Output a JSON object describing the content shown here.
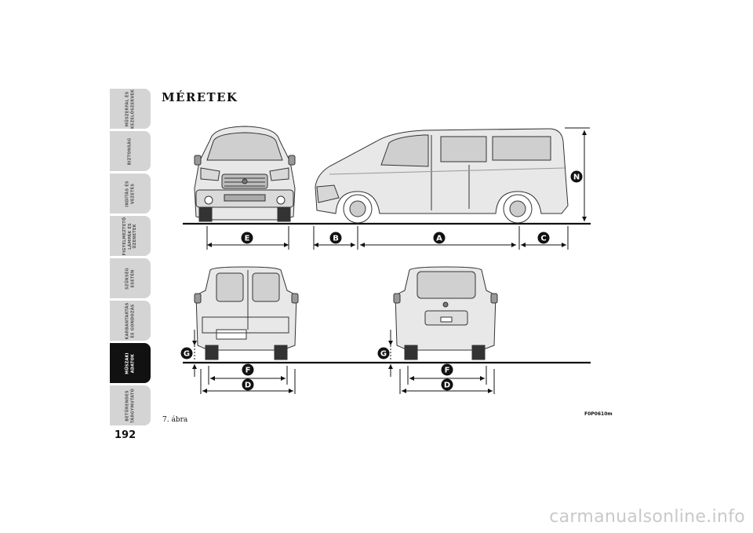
{
  "page": {
    "title": "MÉRETEK",
    "number": "192",
    "caption": "7. ábra",
    "figure_code": "F0P0610m",
    "watermark": "carmanualsonline.info"
  },
  "tabs": [
    {
      "label": "MŰSZERFAL ÉS\nKEZELŐSZERVEK",
      "active": false
    },
    {
      "label": "BIZTONSÁG",
      "active": false
    },
    {
      "label": "INDÍTÁS ÉS\nVEZETÉS",
      "active": false
    },
    {
      "label": "FIGYELMEZTETŐ\nLÁMPÁK ÉS\nÜZENETEK",
      "active": false
    },
    {
      "label": "SZÜKSÉG\nESETÉN",
      "active": false
    },
    {
      "label": "KARBANTARTÁS\nÉS GONDOZÁS",
      "active": false
    },
    {
      "label": "MŰSZAKI\nADATOK",
      "active": true
    },
    {
      "label": "BETŰRENDES\nTÁRGYMUTATÓ",
      "active": false
    }
  ],
  "dimension_labels": {
    "a": "A",
    "b": "B",
    "c": "C",
    "d": "D",
    "e": "E",
    "f": "F",
    "g": "G",
    "n": "N"
  },
  "colors": {
    "active_tab": "#111111",
    "inactive_tab": "#d4d4d4",
    "line": "#111111"
  }
}
